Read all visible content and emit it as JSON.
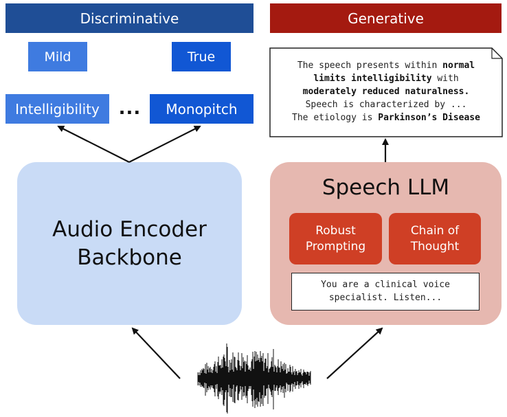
{
  "discriminative": {
    "header": "Discriminative",
    "chips_top": {
      "left": "Mild",
      "right": "True"
    },
    "chips_bottom": {
      "left": "Intelligibility",
      "ellipsis": "...",
      "right": "Monopitch"
    },
    "encoder_label": "Audio Encoder Backbone"
  },
  "generative": {
    "header": "Generative",
    "output": {
      "line1_pre": "The speech presents within ",
      "line1_bold": "normal",
      "line2_bold": "limits intelligibility",
      "line2_post": " with",
      "line3_bold": "moderately reduced naturalness.",
      "line4": "Speech is characterized by ...",
      "line5_pre": "The etiology is ",
      "line5_bold": "Parkinson’s Disease"
    },
    "llm_title": "Speech LLM",
    "buttons": {
      "robust": "Robust Prompting",
      "chain": "Chain of Thought"
    },
    "prompt": "You are a clinical voice specialist. Listen..."
  },
  "colors": {
    "disc_header": "#1f4e96",
    "gen_header": "#a41a10",
    "chip_light": "#3f7be0",
    "chip_dark": "#1157d4",
    "encoder_bg": "#c9dbf6",
    "llm_bg": "#e6b8b0",
    "llm_button": "#cf3f25"
  },
  "icons": {
    "waveform": "audio-waveform-icon",
    "document": "folded-document-icon"
  }
}
